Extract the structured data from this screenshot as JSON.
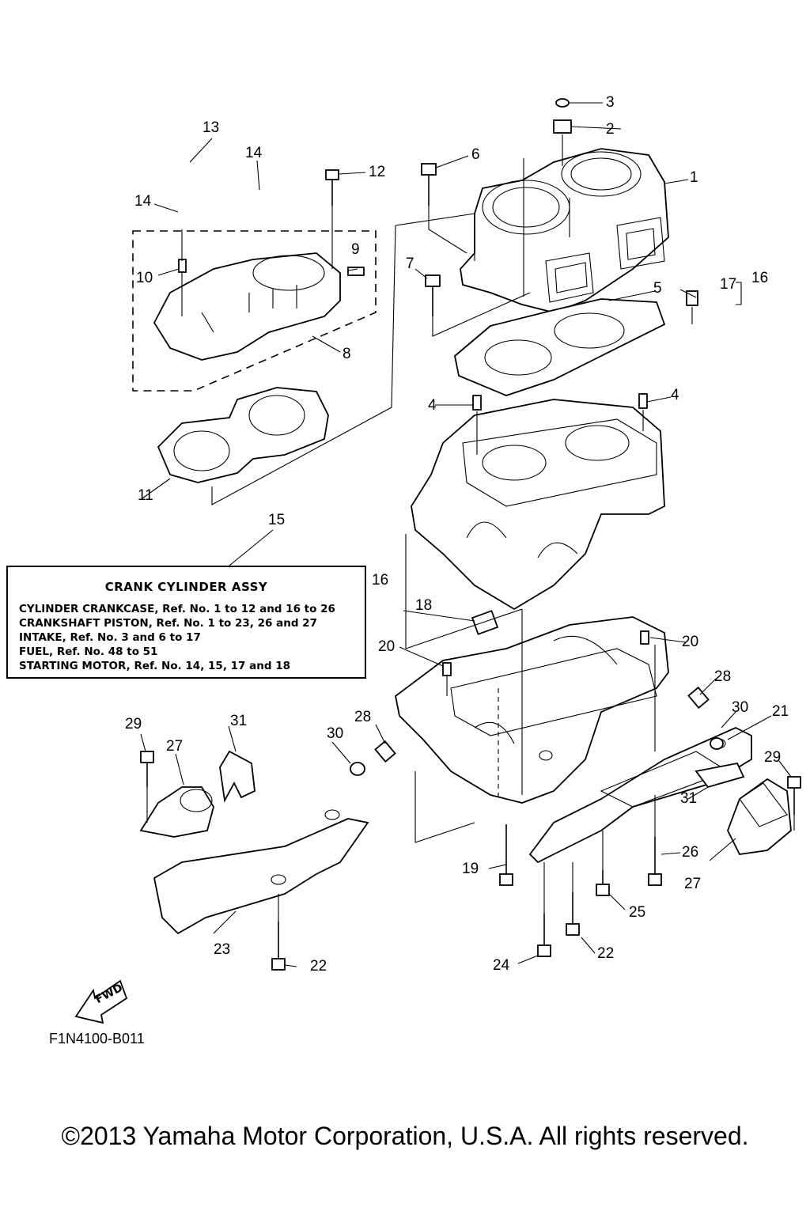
{
  "callouts": [
    {
      "id": "c1",
      "text": "1"
    },
    {
      "id": "c2",
      "text": "2"
    },
    {
      "id": "c3",
      "text": "3"
    },
    {
      "id": "c4a",
      "text": "4"
    },
    {
      "id": "c4b",
      "text": "4"
    },
    {
      "id": "c5",
      "text": "5"
    },
    {
      "id": "c6",
      "text": "6"
    },
    {
      "id": "c7",
      "text": "7"
    },
    {
      "id": "c8",
      "text": "8"
    },
    {
      "id": "c9",
      "text": "9"
    },
    {
      "id": "c10",
      "text": "10"
    },
    {
      "id": "c11",
      "text": "11"
    },
    {
      "id": "c12",
      "text": "12"
    },
    {
      "id": "c13",
      "text": "13"
    },
    {
      "id": "c14a",
      "text": "14"
    },
    {
      "id": "c14b",
      "text": "14"
    },
    {
      "id": "c15",
      "text": "15"
    },
    {
      "id": "c16a",
      "text": "16"
    },
    {
      "id": "c16b",
      "text": "16"
    },
    {
      "id": "c17",
      "text": "17"
    },
    {
      "id": "c18",
      "text": "18"
    },
    {
      "id": "c19",
      "text": "19"
    },
    {
      "id": "c20a",
      "text": "20"
    },
    {
      "id": "c20b",
      "text": "20"
    },
    {
      "id": "c21",
      "text": "21"
    },
    {
      "id": "c22a",
      "text": "22"
    },
    {
      "id": "c22b",
      "text": "22"
    },
    {
      "id": "c23",
      "text": "23"
    },
    {
      "id": "c24",
      "text": "24"
    },
    {
      "id": "c25",
      "text": "25"
    },
    {
      "id": "c26",
      "text": "26"
    },
    {
      "id": "c27a",
      "text": "27"
    },
    {
      "id": "c27b",
      "text": "27"
    },
    {
      "id": "c28a",
      "text": "28"
    },
    {
      "id": "c28b",
      "text": "28"
    },
    {
      "id": "c29a",
      "text": "29"
    },
    {
      "id": "c29b",
      "text": "29"
    },
    {
      "id": "c30a",
      "text": "30"
    },
    {
      "id": "c30b",
      "text": "30"
    },
    {
      "id": "c31a",
      "text": "31"
    },
    {
      "id": "c31b",
      "text": "31"
    }
  ],
  "info_box": {
    "title": "CRANK CYLINDER ASSY",
    "lines": [
      "CYLINDER CRANKCASE,  Ref. No. 1 to 12 and 16 to 26",
      "CRANKSHAFT PISTON,  Ref. No. 1 to 23, 26 and 27",
      "INTAKE, Ref. No. 3 and 6 to 17",
      "FUEL, Ref. No. 48 to 51",
      "STARTING MOTOR,  Ref. No. 14, 15, 17 and 18"
    ]
  },
  "fwd_label": "FWD",
  "ref_code": "F1N4100-B011",
  "copyright": "©2013 Yamaha Motor Corporation, U.S.A. All rights reserved."
}
